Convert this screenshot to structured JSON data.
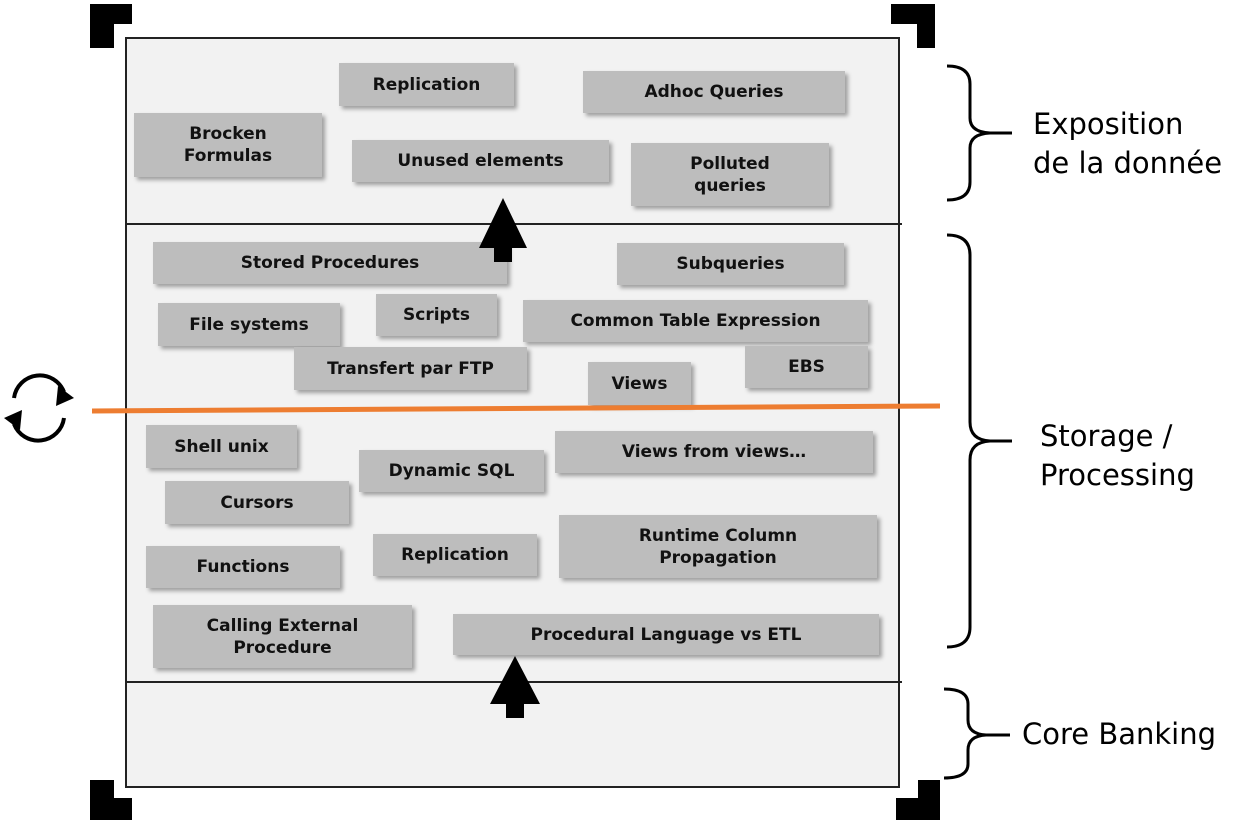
{
  "layers": [
    {
      "name": "Exposition\nde la donnée"
    },
    {
      "name": "Storage /\nProcessing"
    },
    {
      "name": "Core Banking"
    }
  ],
  "exposition_boxes": [
    "Replication",
    "Adhoc Queries",
    "Brocken\nFormulas",
    "Unused elements",
    "Polluted\nqueries"
  ],
  "storage_upper_boxes": [
    "Stored Procedures",
    "Subqueries",
    "File systems",
    "Scripts",
    "Common Table Expression",
    "Transfert par FTP",
    "EBS",
    "Views"
  ],
  "storage_lower_boxes": [
    "Shell unix",
    "Views from views…",
    "Dynamic SQL",
    "Cursors",
    "Runtime Column\nPropagation",
    "Functions",
    "Replication",
    "Calling External\nProcedure",
    "Procedural Language vs ETL"
  ],
  "colors": {
    "box": "#bdbdbd",
    "panel": "#f2f2f2",
    "separator": "#ed7d31"
  },
  "icons": [
    "refresh-cycle-icon",
    "up-arrow-icon"
  ]
}
